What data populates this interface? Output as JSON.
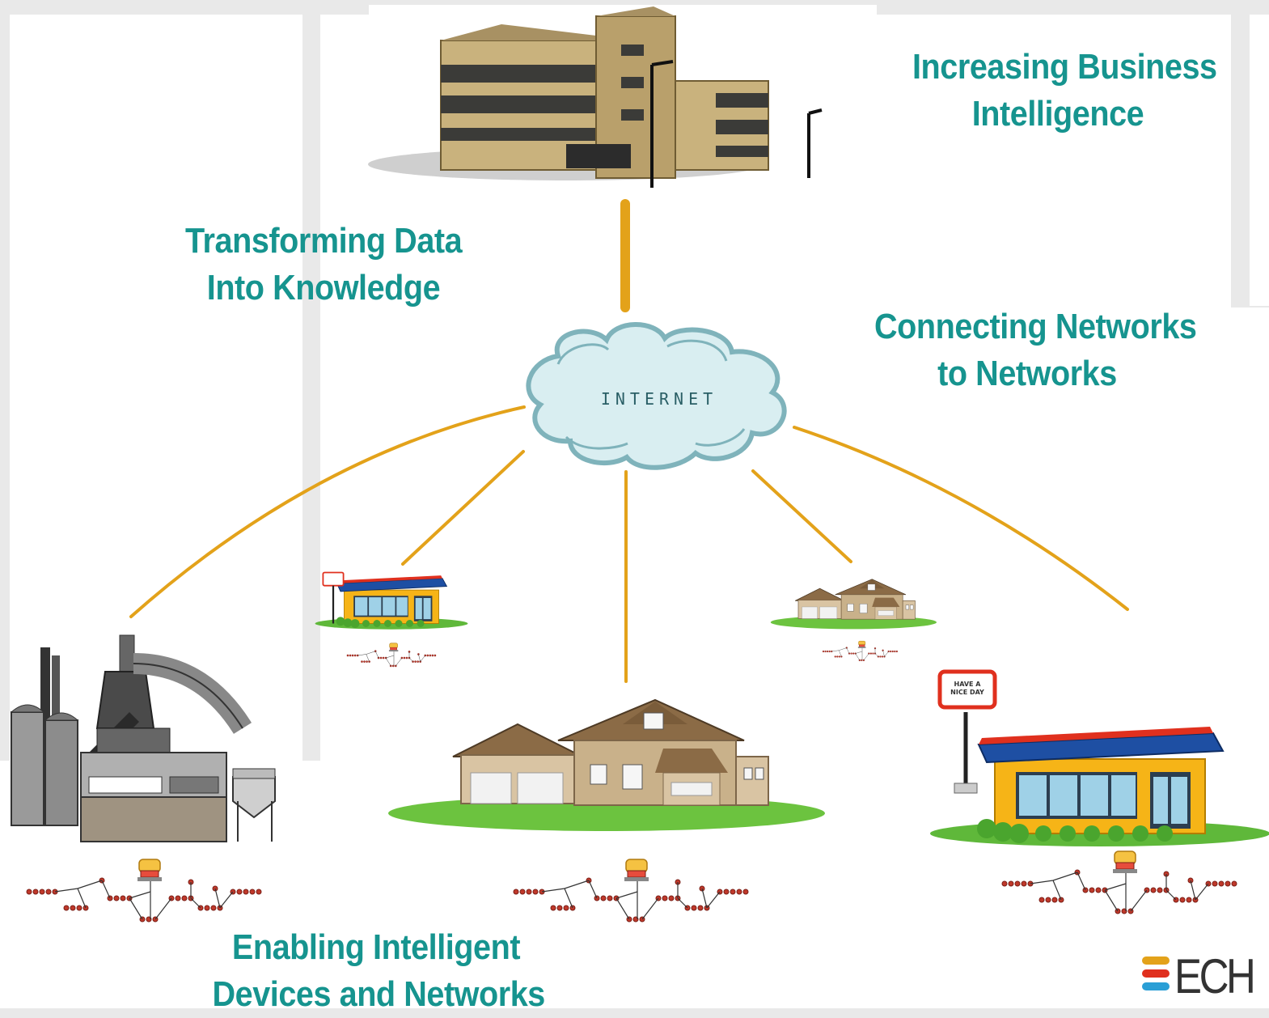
{
  "captions": {
    "business_intelligence": [
      "Increasing Business",
      "Intelligence"
    ],
    "transforming_data": [
      "Transforming Data",
      "Into Knowledge"
    ],
    "connecting_networks": [
      "Connecting Networks",
      "to Networks"
    ],
    "enabling_devices": [
      "Enabling Intelligent",
      "Devices and Networks"
    ]
  },
  "cloud_label": "INTERNET",
  "sign_text": [
    "HAVE A",
    "NICE DAY"
  ],
  "logo_text": "ECH",
  "colors": {
    "caption": "#16948f",
    "connector": "#e3a21a",
    "cloud_fill": "#d9eef1",
    "cloud_stroke": "#7fb3bb",
    "background_panel": "#ffffff",
    "background_frame": "#e9e9e9",
    "network_node": "#c0392b"
  },
  "icons": [
    "office-building-icon",
    "internet-cloud-icon",
    "factory-icon",
    "store-icon",
    "house-icon",
    "device-network-icon",
    "logo-icon"
  ]
}
